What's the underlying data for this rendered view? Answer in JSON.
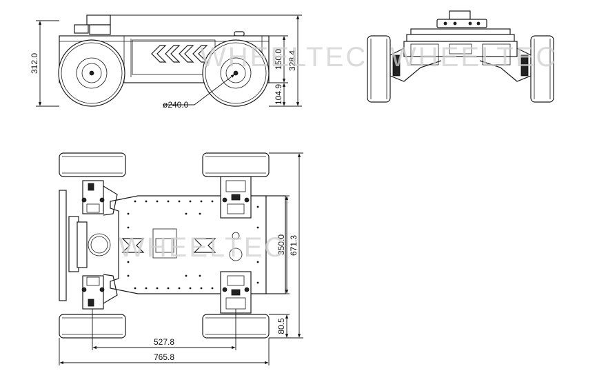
{
  "watermark": "WHEELTEC",
  "side_view": {
    "height_total": "312.0",
    "height_328": "328.4",
    "height_150": "150.0",
    "height_104": "104.9",
    "wheel_diameter": "ø240.0"
  },
  "top_view": {
    "width_350": "350.0",
    "length_671": "671.3",
    "tire_width": "80.5",
    "wheelbase": "527.8",
    "overall_length": "765.8"
  }
}
